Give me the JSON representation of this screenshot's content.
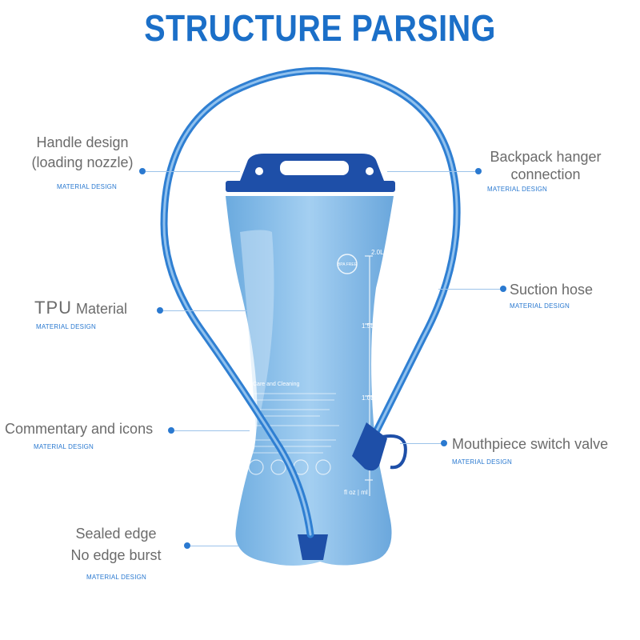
{
  "title": "STRUCTURE PARSING",
  "colors": {
    "accent": "#2a79d0",
    "title": "#1b6fc8",
    "label": "#6b6b6b",
    "bladder": "#7fb9e6",
    "hose": "#4a8fd6"
  },
  "callouts": {
    "handle": {
      "line1": "Handle design",
      "line2": "(loading nozzle)",
      "sub": "MATERIAL DESIGN"
    },
    "tpu": {
      "prefix": "TPU",
      "text": " Material",
      "sub": "MATERIAL DESIGN"
    },
    "commentary": {
      "text": "Commentary and icons",
      "sub": "MATERIAL DESIGN"
    },
    "sealed": {
      "line1": "Sealed edge",
      "line2": "No edge burst",
      "sub": "MATERIAL DESIGN"
    },
    "hanger": {
      "line1": "Backpack hanger",
      "line2": "connection",
      "sub": "MATERIAL DESIGN"
    },
    "hose": {
      "text": "Suction hose",
      "sub": "MATERIAL DESIGN"
    },
    "valve": {
      "text": "Mouthpiece switch valve",
      "sub": "MATERIAL DESIGN"
    }
  },
  "bladder_print": {
    "scale": [
      "2.0L",
      "1.5L",
      "1.0L"
    ],
    "care_heading": "Care and Cleaning",
    "badge": "BPA FREE",
    "units": "fl oz | ml"
  }
}
